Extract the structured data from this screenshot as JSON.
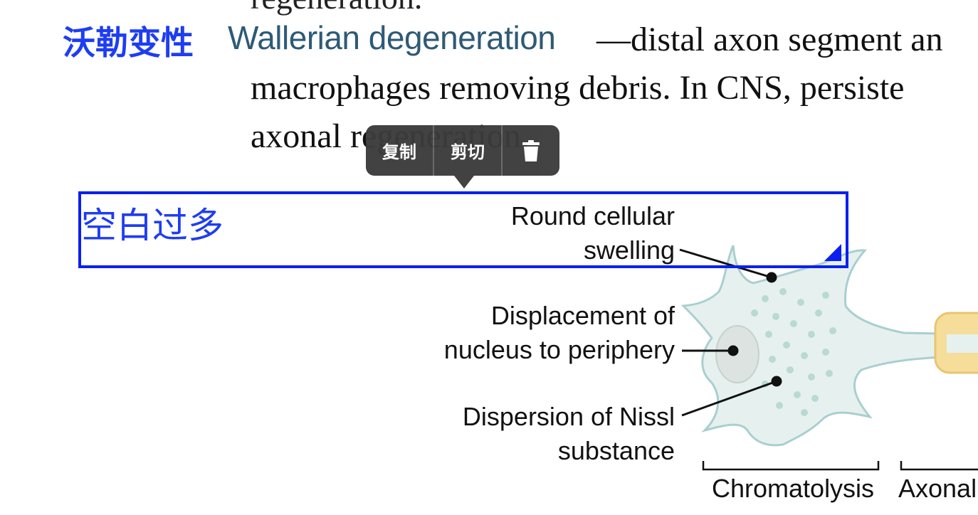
{
  "document": {
    "top_cut_line": "regeneration.",
    "term": "Wallerian degeneration",
    "line1_rest": "—distal axon segment an",
    "line2": "macrophages removing debris. In CNS, persiste",
    "line3": "axonal regeneration."
  },
  "annotations": {
    "term_translation": "沃勒变性",
    "box_label": "空白过多"
  },
  "popup_menu": {
    "copy_label": "复制",
    "cut_label": "剪切",
    "delete_icon": "trash-icon"
  },
  "figure": {
    "labels": {
      "swelling": [
        "Round cellular",
        "swelling"
      ],
      "nucleus": [
        "Displacement of",
        "nucleus to periphery"
      ],
      "nissl": [
        "Dispersion of Nissl",
        "substance"
      ],
      "chromatolysis": "Chromatolysis",
      "axonal": "Axonal"
    }
  },
  "colors": {
    "annotation_blue": "#1e3df2",
    "term_color": "#2e5a75",
    "cell_fill": "#e6f1ef",
    "cell_stroke": "#a9cfd0",
    "myelin_fill": "#f6dd9a",
    "popup_bg": "#3b3b3b"
  }
}
